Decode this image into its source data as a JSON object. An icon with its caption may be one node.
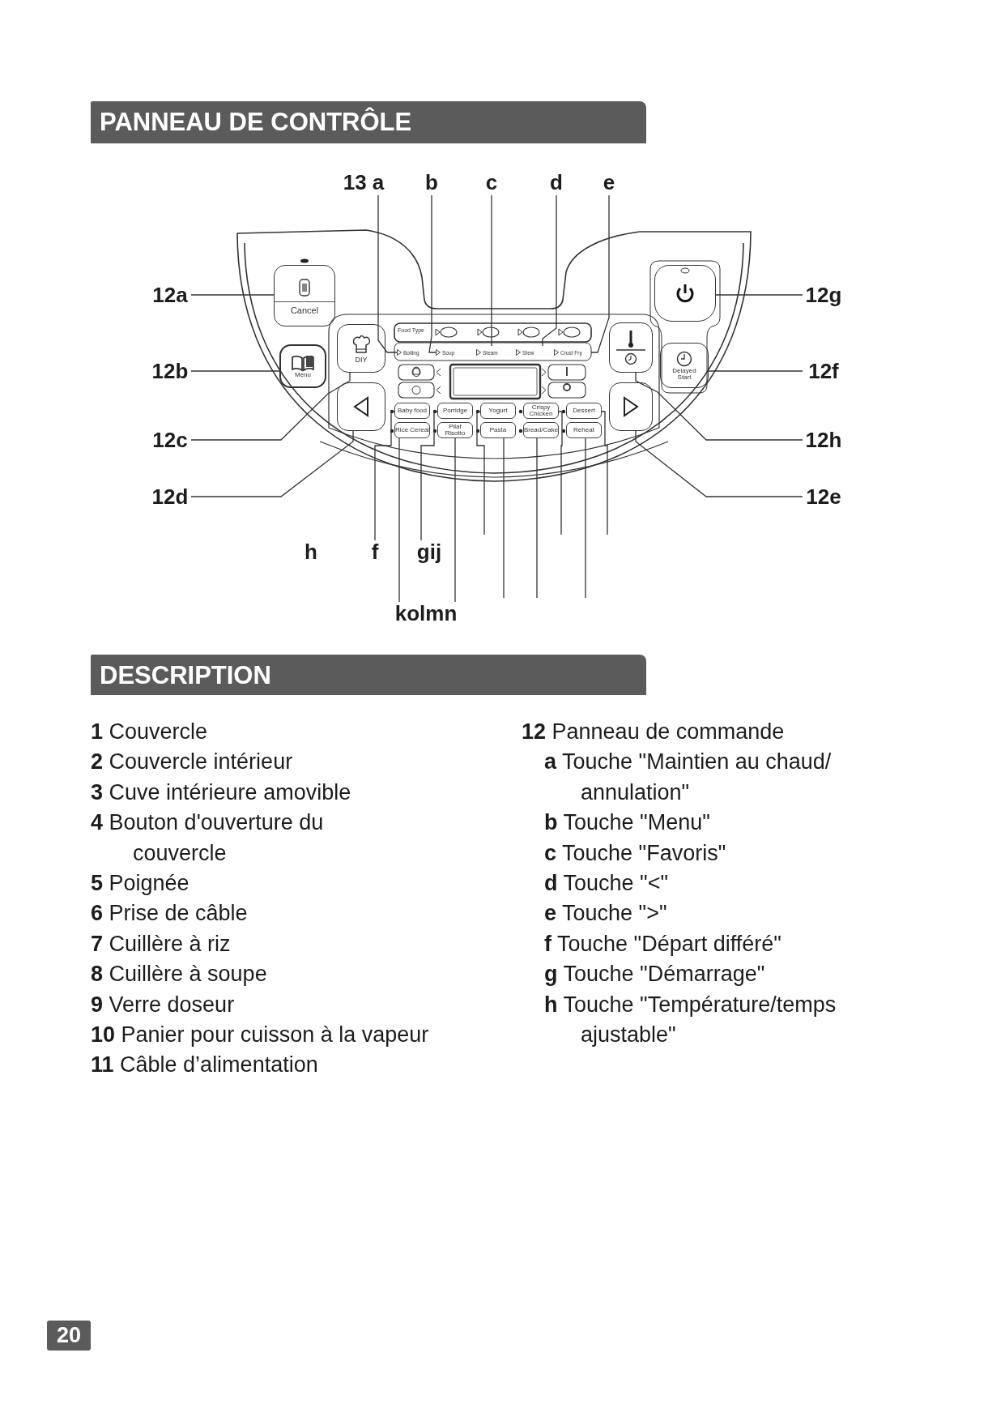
{
  "diagram": {
    "title": "PANNEAU DE CONTRÔLE",
    "nodes": [
      {
        "text": [
          "13 a"
        ]
      },
      {
        "text": [
          "b"
        ]
      },
      {
        "text": [
          "c"
        ]
      },
      {
        "text": [
          "d"
        ]
      },
      {
        "text": [
          "e"
        ]
      },
      {
        "text": [
          "12a"
        ]
      },
      {
        "text": [
          "12b"
        ]
      },
      {
        "text": [
          "12c"
        ]
      },
      {
        "text": [
          "12d"
        ]
      },
      {
        "text": [
          "12g"
        ]
      },
      {
        "text": [
          "12f"
        ]
      },
      {
        "text": [
          "12h"
        ]
      },
      {
        "text": [
          "12e"
        ]
      },
      {
        "text": [
          "Cancel"
        ]
      },
      {
        "text": [
          "Menu"
        ]
      },
      {
        "text": [
          "DIY"
        ]
      },
      {
        "text": [],
        "shape": "box"
      },
      {
        "text": [],
        "shape": "box"
      },
      {
        "text": [
          "Delayed Start"
        ]
      },
      {
        "text": [],
        "shape": "box"
      },
      {
        "text": [],
        "shape": "box"
      },
      {
        "text": [
          "Boiling"
        ]
      },
      {
        "text": [
          "Soup"
        ]
      },
      {
        "text": [
          "Steam"
        ]
      },
      {
        "text": [
          "Stew"
        ]
      },
      {
        "text": [
          "Crust Fry"
        ]
      },
      {
        "text": [
          "Baby food"
        ]
      },
      {
        "text": [
          "Porridge"
        ]
      },
      {
        "text": [
          "Yogurt"
        ]
      },
      {
        "text": [
          "Crispy Chicken"
        ]
      },
      {
        "text": [
          "Dessert"
        ]
      },
      {
        "text": [
          "Rice Cereal"
        ]
      },
      {
        "text": [
          "Pilaf Risotto"
        ]
      },
      {
        "text": [
          "Pasta"
        ]
      },
      {
        "text": [
          "Bread/Cake"
        ]
      },
      {
        "text": [
          "Reheat"
        ]
      },
      {
        "text": [
          "f"
        ]
      },
      {
        "text": [
          "gij"
        ]
      },
      {
        "text": [
          "kolmn"
        ]
      }
    ],
    "edges": [
      {
        "from": 0,
        "to": 21,
        "arrow": "none"
      },
      {
        "from": 1,
        "to": 22,
        "arrow": "none"
      },
      {
        "from": 2,
        "to": 23,
        "arrow": "none"
      },
      {
        "from": 3,
        "to": 24,
        "arrow": "none"
      },
      {
        "from": 4,
        "to": 25,
        "arrow": "none"
      },
      {
        "from": 5,
        "to": 13,
        "arrow": "none"
      },
      {
        "from": 6,
        "to": 14,
        "arrow": "none"
      },
      {
        "from": 7,
        "to": 15,
        "arrow": "none"
      },
      {
        "from": 8,
        "to": 16,
        "arrow": "none"
      },
      {
        "from": 9,
        "to": 17,
        "arrow": "none"
      },
      {
        "from": 10,
        "to": 18,
        "arrow": "none"
      },
      {
        "from": 11,
        "to": 19,
        "arrow": "none"
      },
      {
        "from": 12,
        "to": 20,
        "arrow": "none"
      },
      {
        "from": 36,
        "to": 26,
        "arrow": "none"
      },
      {
        "from": 38,
        "to": 31,
        "arrow": "none"
      },
      {
        "from": 37,
        "to": 27,
        "arrow": "none"
      },
      {
        "from": 38,
        "to": 32,
        "arrow": "none"
      },
      {
        "from": null,
        "to": 28,
        "arrow": "none"
      },
      {
        "from": null,
        "to": 33,
        "arrow": "none"
      },
      {
        "from": null,
        "to": 34,
        "arrow": "none"
      },
      {
        "from": null,
        "to": 29,
        "arrow": "none"
      },
      {
        "from": null,
        "to": 35,
        "arrow": "none"
      },
      {
        "from": null,
        "to": 30,
        "arrow": "none"
      }
    ],
    "labels": [
      "Food Type",
      "h",
      "DESCRIPTION",
      "**1** Couvercle",
      "**2** Couvercle intérieur",
      "**3** Cuve intérieure amovible",
      "**4** Bouton d'ouverture du couvercle",
      "**5** Poignée",
      "**6** Prise de câble",
      "**7** Cuillère à riz",
      "**8** Cuillère à soupe",
      "**9** Verre doseur",
      "**10** Panier pour cuisson à la vapeur",
      "**11** Câble d’alimentation",
      "**12** Panneau de commande",
      "**a** Touche \"Maintien au chaud/ annulation\"",
      "**b** Touche \"Menu\"",
      "**c** Touche \"Favoris\"",
      "**d** Touche \"<\"",
      "**e** Touche \">\"",
      "**f** Touche \"Départ différé\"",
      "**g** Touche \"Démarrage\"",
      "**h** Touche \"Température/temps ajustable\"",
      "20"
    ]
  }
}
